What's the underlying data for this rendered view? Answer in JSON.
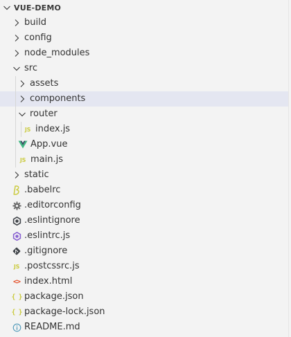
{
  "explorer": {
    "project_title": "VUE-DEMO",
    "items": [
      {
        "label": "build"
      },
      {
        "label": "config"
      },
      {
        "label": "node_modules"
      },
      {
        "label": "src"
      },
      {
        "label": "assets"
      },
      {
        "label": "components"
      },
      {
        "label": "router"
      },
      {
        "label": "index.js"
      },
      {
        "label": "App.vue"
      },
      {
        "label": "main.js"
      },
      {
        "label": "static"
      },
      {
        "label": ".babelrc"
      },
      {
        "label": ".editorconfig"
      },
      {
        "label": ".eslintignore"
      },
      {
        "label": ".eslintrc.js"
      },
      {
        "label": ".gitignore"
      },
      {
        "label": ".postcssrc.js"
      },
      {
        "label": "index.html"
      },
      {
        "label": "package.json"
      },
      {
        "label": "package-lock.json"
      },
      {
        "label": "README.md"
      }
    ],
    "badges": {
      "js": "JS",
      "json": "{ }",
      "html": "<>"
    },
    "colors": {
      "background": "#f3f3f3",
      "selected_row": "#e4e6f1",
      "text": "#333333",
      "indent_guide": "#d7d7d7",
      "js_yellow": "#cbcb41",
      "vue_green": "#41b883",
      "babel_yellow": "#cbcb41",
      "eslint_purple": "#8a63d2",
      "html_orange": "#e44d26",
      "gear_gray": "#6d6d6d",
      "git_dark": "#41454a",
      "info_blue": "#519aba"
    },
    "icons": {
      "folder_collapsed": "chevron-right-icon",
      "folder_expanded": "chevron-down-icon",
      "js_file": "javascript-file-icon",
      "vue_file": "vue-file-icon",
      "babel_file": "babel-file-icon",
      "editorconfig_file": "gear-icon",
      "eslintignore_file": "eslint-ignore-icon",
      "eslintrc_file": "eslint-icon",
      "gitignore_file": "git-icon",
      "html_file": "html-file-icon",
      "json_file": "json-file-icon",
      "readme_file": "info-icon"
    }
  }
}
